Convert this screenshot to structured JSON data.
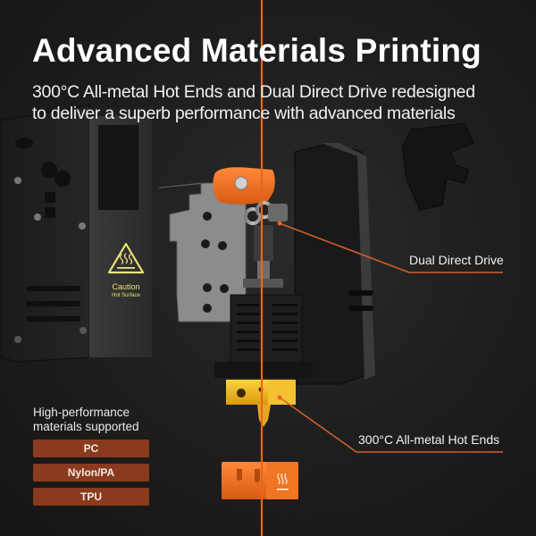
{
  "header": {
    "title": "Advanced Materials Printing",
    "subtitle_lines": [
      "300°C All-metal Hot Ends and Dual Direct Drive redesigned",
      "to deliver a superb performance with advanced materials"
    ]
  },
  "callouts": [
    {
      "label": "Dual Direct Drive"
    },
    {
      "label": "300°C All-metal Hot Ends"
    }
  ],
  "materials": {
    "heading_lines": [
      "High-performance",
      "materials supported"
    ],
    "items": [
      "PC",
      "Nylon/PA",
      "TPU"
    ]
  },
  "warning_label": {
    "title": "Caution",
    "subtitle": "Hot Surface",
    "icon": "hot-surface-warning-icon"
  },
  "colors": {
    "background": "#1c1c1c",
    "accent_orange": "#e8661c",
    "callout_line": "#d2602a",
    "pill_bg": "#8a3a1e",
    "heater_block_yellow": "#f2b418",
    "warning_yellow": "#e8e27a"
  }
}
